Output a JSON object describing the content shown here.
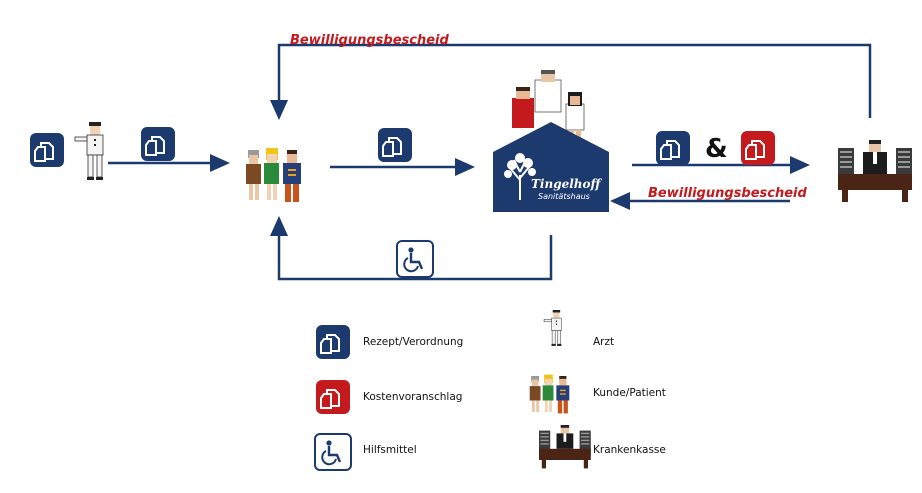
{
  "labels": {
    "approval_top": "Bewilligungsbescheid",
    "approval_right": "Bewilligungsbescheid",
    "ampersand": "&"
  },
  "shop": {
    "name": "Tingelhoff",
    "subtitle": "Sanitätshaus"
  },
  "legend": [
    {
      "icon": "prescription-icon",
      "label": "Rezept/Verordnung"
    },
    {
      "icon": "cost-estimate-icon",
      "label": "Kostenvoranschlag"
    },
    {
      "icon": "wheelchair-icon",
      "label": "Hilfsmittel"
    },
    {
      "icon": "doctor-icon",
      "label": "Arzt"
    },
    {
      "icon": "patients-icon",
      "label": "Kunde/Patient"
    },
    {
      "icon": "insurance-icon",
      "label": "Krankenkasse"
    }
  ],
  "colors": {
    "navy": "#1d3a6e",
    "red": "#c41a1e",
    "dark": "#2a1c12"
  }
}
